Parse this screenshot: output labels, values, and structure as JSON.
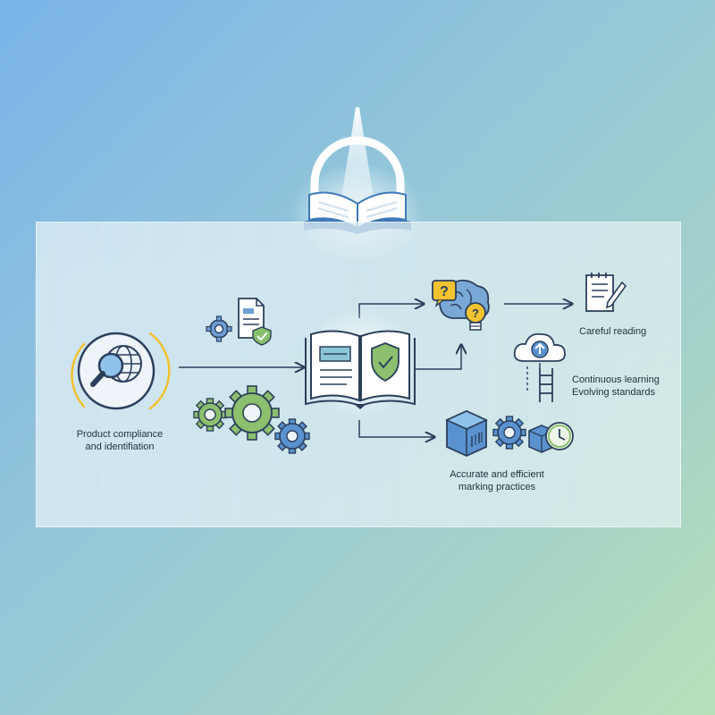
{
  "nodes": {
    "compliance": {
      "line1": "Product compliance",
      "line2": "and identifiation"
    },
    "reading": {
      "label": "Careful reading"
    },
    "learning": {
      "line1": "Continuous learning",
      "line2": "Evolving standards"
    },
    "marking": {
      "line1": "Accurate and efficient",
      "line2": "marking practices"
    }
  },
  "icons": {
    "question": "?",
    "colors": {
      "navy": "#2b3f5c",
      "blue": "#4a86c5",
      "green": "#86b866",
      "yellow": "#f2c230",
      "check": "#6ab04c"
    }
  }
}
